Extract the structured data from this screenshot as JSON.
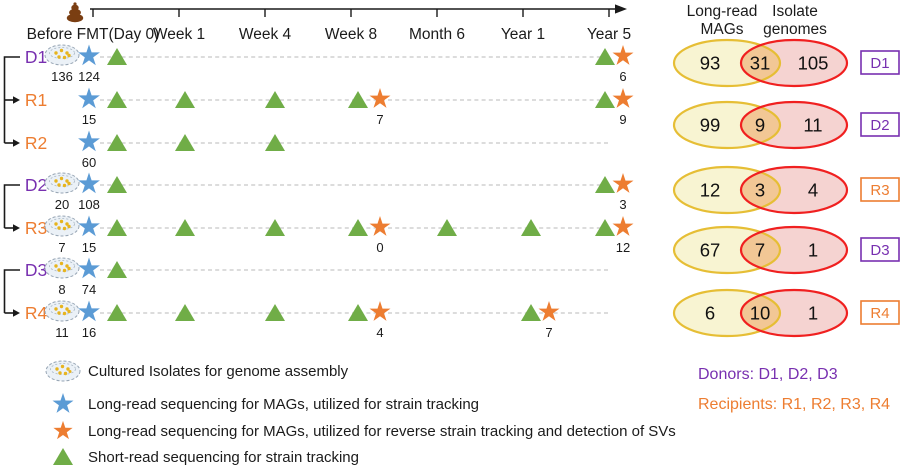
{
  "colors": {
    "blue_star": "#5b9bd5",
    "orange_star": "#ed7d31",
    "green_triangle": "#70ad47",
    "donor_purple": "#7830b0",
    "recipient_orange": "#ed7d31",
    "axis_black": "#1a1a1a",
    "dash_gray": "#c6c6c6",
    "dish_fill": "#ebf1f7",
    "dish_stroke": "#97a5b4",
    "dish_dots": "#e7b41e",
    "stool_brown": "#7a3e12",
    "venn_yellow_fill": "#f8f4d2",
    "venn_yellow_stroke": "#e6be35",
    "venn_pink_fill": "#f5d3d1",
    "venn_red_stroke": "#f02020",
    "venn_overlap_fill": "#f2c795",
    "text_black": "#1b1b1b"
  },
  "timeline": {
    "stool_icon": "poop-icon",
    "axis_labels": [
      {
        "id": "day0",
        "label": "Before FMT(Day 0)"
      },
      {
        "id": "week1",
        "label": "Week 1"
      },
      {
        "id": "week4",
        "label": "Week 4"
      },
      {
        "id": "week8",
        "label": "Week 8"
      },
      {
        "id": "month6",
        "label": "Month 6"
      },
      {
        "id": "year1",
        "label": "Year 1"
      },
      {
        "id": "year5",
        "label": "Year 5"
      }
    ],
    "groups": [
      {
        "donor": "D1",
        "recipients": [
          "R1",
          "R2"
        ]
      },
      {
        "donor": "D2",
        "recipients": [
          "R3"
        ]
      },
      {
        "donor": "D3",
        "recipients": [
          "R4"
        ]
      }
    ],
    "rows": [
      {
        "label": "D1",
        "role": "donor",
        "markers": [
          {
            "icon": "petri-dish",
            "slot": "day0_dish",
            "count": "136"
          },
          {
            "icon": "blue-star",
            "slot": "day0_star",
            "count": "124"
          },
          {
            "icon": "green-triangle",
            "slot": "day0_tri"
          },
          {
            "icon": "green-triangle",
            "slot": "year5_tri"
          },
          {
            "icon": "orange-star",
            "slot": "year5_star",
            "count": "6"
          }
        ]
      },
      {
        "label": "R1",
        "role": "recipient",
        "markers": [
          {
            "icon": "blue-star",
            "slot": "day0_star",
            "count": "15"
          },
          {
            "icon": "green-triangle",
            "slot": "day0_tri"
          },
          {
            "icon": "green-triangle",
            "slot": "week1"
          },
          {
            "icon": "green-triangle",
            "slot": "week4"
          },
          {
            "icon": "green-triangle",
            "slot": "week8_tri"
          },
          {
            "icon": "orange-star",
            "slot": "week8_star",
            "count": "7"
          },
          {
            "icon": "green-triangle",
            "slot": "year5_tri"
          },
          {
            "icon": "orange-star",
            "slot": "year5_star",
            "count": "9"
          }
        ]
      },
      {
        "label": "R2",
        "role": "recipient",
        "markers": [
          {
            "icon": "blue-star",
            "slot": "day0_star",
            "count": "60"
          },
          {
            "icon": "green-triangle",
            "slot": "day0_tri"
          },
          {
            "icon": "green-triangle",
            "slot": "week1"
          },
          {
            "icon": "green-triangle",
            "slot": "week4"
          }
        ]
      },
      {
        "label": "D2",
        "role": "donor",
        "markers": [
          {
            "icon": "petri-dish",
            "slot": "day0_dish",
            "count": "20"
          },
          {
            "icon": "blue-star",
            "slot": "day0_star",
            "count": "108"
          },
          {
            "icon": "green-triangle",
            "slot": "day0_tri"
          },
          {
            "icon": "green-triangle",
            "slot": "year5_tri"
          },
          {
            "icon": "orange-star",
            "slot": "year5_star",
            "count": "3"
          }
        ]
      },
      {
        "label": "R3",
        "role": "recipient",
        "markers": [
          {
            "icon": "petri-dish",
            "slot": "day0_dish",
            "count": "7"
          },
          {
            "icon": "blue-star",
            "slot": "day0_star",
            "count": "15"
          },
          {
            "icon": "green-triangle",
            "slot": "day0_tri"
          },
          {
            "icon": "green-triangle",
            "slot": "week1"
          },
          {
            "icon": "green-triangle",
            "slot": "week4"
          },
          {
            "icon": "green-triangle",
            "slot": "week8_tri"
          },
          {
            "icon": "orange-star",
            "slot": "week8_star",
            "count": "0"
          },
          {
            "icon": "green-triangle",
            "slot": "month6"
          },
          {
            "icon": "green-triangle",
            "slot": "year1_tri"
          },
          {
            "icon": "green-triangle",
            "slot": "year5_tri"
          },
          {
            "icon": "orange-star",
            "slot": "year5_star",
            "count": "12"
          }
        ]
      },
      {
        "label": "D3",
        "role": "donor",
        "markers": [
          {
            "icon": "petri-dish",
            "slot": "day0_dish",
            "count": "8"
          },
          {
            "icon": "blue-star",
            "slot": "day0_star",
            "count": "74"
          },
          {
            "icon": "green-triangle",
            "slot": "day0_tri"
          }
        ]
      },
      {
        "label": "R4",
        "role": "recipient",
        "markers": [
          {
            "icon": "petri-dish",
            "slot": "day0_dish",
            "count": "11"
          },
          {
            "icon": "blue-star",
            "slot": "day0_star",
            "count": "16"
          },
          {
            "icon": "green-triangle",
            "slot": "day0_tri"
          },
          {
            "icon": "green-triangle",
            "slot": "week1"
          },
          {
            "icon": "green-triangle",
            "slot": "week4"
          },
          {
            "icon": "green-triangle",
            "slot": "week8_tri"
          },
          {
            "icon": "orange-star",
            "slot": "week8_star",
            "count": "4"
          },
          {
            "icon": "green-triangle",
            "slot": "year1_tri"
          },
          {
            "icon": "orange-star",
            "slot": "year1_star",
            "count": "7"
          }
        ]
      }
    ]
  },
  "venn": {
    "headers": {
      "left": {
        "line1": "Long-read",
        "line2": "MAGs"
      },
      "right": {
        "line1": "Isolate",
        "line2": "genomes"
      }
    },
    "rows": [
      {
        "label": "D1",
        "role": "donor",
        "left": "93",
        "overlap": "31",
        "right": "105"
      },
      {
        "label": "D2",
        "role": "donor",
        "left": "99",
        "overlap": "9",
        "right": "11"
      },
      {
        "label": "R3",
        "role": "recipient",
        "left": "12",
        "overlap": "3",
        "right": "4"
      },
      {
        "label": "D3",
        "role": "donor",
        "left": "67",
        "overlap": "7",
        "right": "1"
      },
      {
        "label": "R4",
        "role": "recipient",
        "left": "6",
        "overlap": "10",
        "right": "1"
      }
    ]
  },
  "legend": {
    "items": [
      {
        "icon": "petri-dish-icon",
        "label": "Cultured Isolates for genome assembly"
      },
      {
        "icon": "blue-star-icon",
        "label": "Long-read sequencing for MAGs, utilized for strain tracking"
      },
      {
        "icon": "orange-star-icon",
        "label": "Long-read sequencing for MAGs, utilized for reverse strain tracking and detection of SVs"
      },
      {
        "icon": "green-triangle-icon",
        "label": "Short-read sequencing for strain tracking"
      }
    ]
  },
  "footer": {
    "donors": "Donors: D1, D2, D3",
    "recipients": "Recipients: R1, R2, R3, R4"
  }
}
